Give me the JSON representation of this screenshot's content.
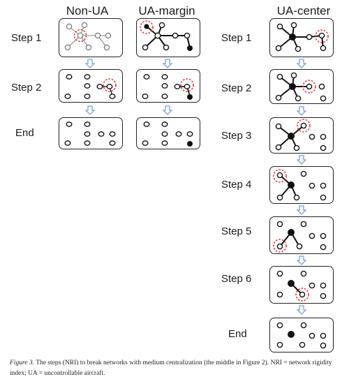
{
  "columns": {
    "non_ua": "Non-UA",
    "ua_margin": "UA-margin",
    "ua_center": "UA-center"
  },
  "left_steps": [
    "Step 1",
    "Step 2",
    "End"
  ],
  "right_steps": [
    "Step 1",
    "Step 2",
    "Step 3",
    "Step 4",
    "Step 5",
    "Step 6",
    "End"
  ],
  "caption": {
    "figure_label": "Figure 3.",
    "text": " The steps (NRI) to break networks with medium centralization (the middle in Figure 2). NRI = network rigidity index; UA = uncontrollable aircraft."
  },
  "colors": {
    "highlight": "#e0302a",
    "arrow": "#7b9fd4",
    "ink": "#111111"
  }
}
